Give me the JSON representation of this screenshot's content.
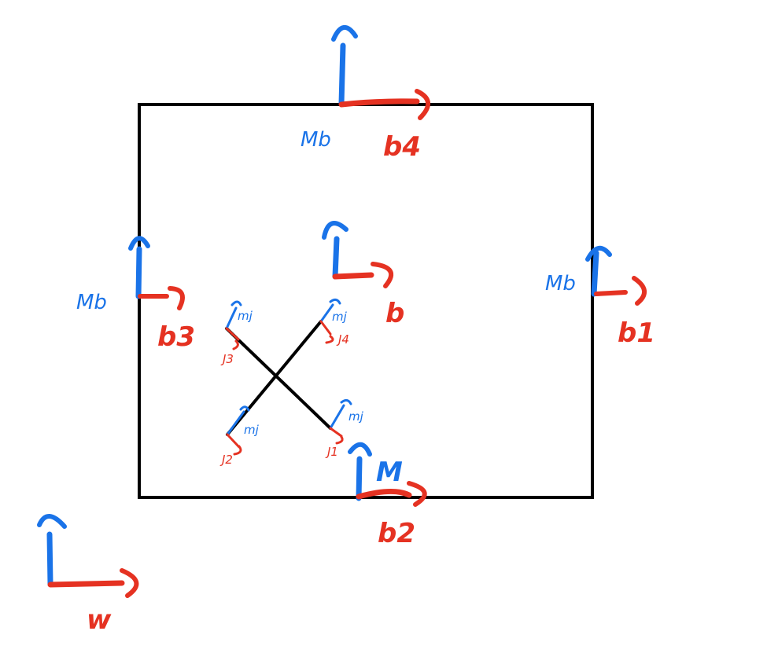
{
  "diagram": {
    "description": "Hand-drawn quadruped/robot body frame diagram: rectangle body with frames on each side, central body frame, cross-shaped legs with joint frames",
    "colors": {
      "axis_up": "#1a73e8",
      "axis_right": "#e53222",
      "outline": "#000000"
    },
    "frames": {
      "top": {
        "up_label": "Mb",
        "right_label": "b4"
      },
      "left": {
        "up_label": "Mb",
        "right_label": "b3"
      },
      "right": {
        "up_label": "Mb",
        "right_label": "b1"
      },
      "center": {
        "right_label": "b"
      },
      "bottom": {
        "up_label": "M",
        "right_label": "b2"
      },
      "world": {
        "right_label": "w"
      }
    },
    "joints": [
      {
        "id": "j3",
        "up_label": "mj",
        "right_label": "J3"
      },
      {
        "id": "j4",
        "up_label": "mj",
        "right_label": "J4"
      },
      {
        "id": "j2",
        "up_label": "mj",
        "right_label": "J2"
      },
      {
        "id": "j1",
        "up_label": "mj",
        "right_label": "J1"
      }
    ]
  }
}
